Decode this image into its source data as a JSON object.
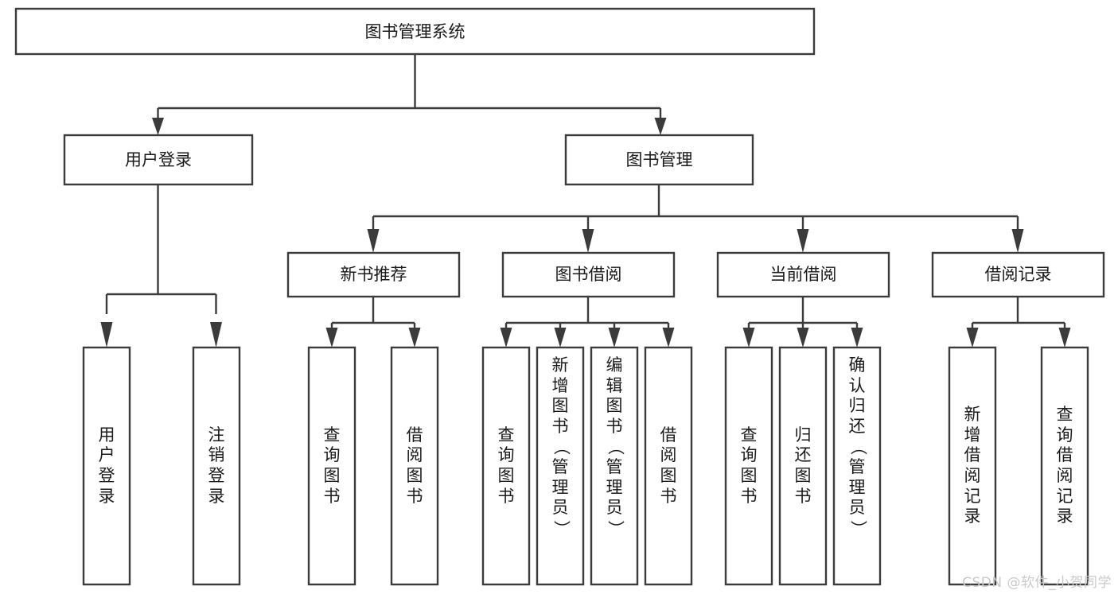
{
  "diagram": {
    "title": "图书管理系统",
    "type": "hierarchy-tree",
    "orientation": "top-down",
    "root": {
      "id": "root",
      "label": "图书管理系统",
      "orientation": "horizontal"
    },
    "level2": [
      {
        "id": "user-login",
        "label": "用户登录",
        "orientation": "horizontal"
      },
      {
        "id": "book-manage",
        "label": "图书管理",
        "orientation": "horizontal"
      }
    ],
    "level3": [
      {
        "id": "new-book-recommend",
        "label": "新书推荐",
        "parent": "book-manage",
        "orientation": "horizontal"
      },
      {
        "id": "book-borrow",
        "label": "图书借阅",
        "parent": "book-manage",
        "orientation": "horizontal"
      },
      {
        "id": "current-borrow",
        "label": "当前借阅",
        "parent": "book-manage",
        "orientation": "horizontal"
      },
      {
        "id": "borrow-record",
        "label": "借阅记录",
        "parent": "book-manage",
        "orientation": "horizontal"
      }
    ],
    "leaves": [
      {
        "id": "leaf-user-login",
        "parent": "user-login",
        "label": "用户登录",
        "orientation": "vertical"
      },
      {
        "id": "leaf-user-logout",
        "parent": "user-login",
        "label": "注销登录",
        "orientation": "vertical"
      },
      {
        "id": "leaf-query-book-1",
        "parent": "new-book-recommend",
        "label": "查询图书",
        "orientation": "vertical"
      },
      {
        "id": "leaf-borrow-book-1",
        "parent": "new-book-recommend",
        "label": "借阅图书",
        "orientation": "vertical"
      },
      {
        "id": "leaf-query-book-2",
        "parent": "book-borrow",
        "label": "查询图书",
        "orientation": "vertical"
      },
      {
        "id": "leaf-add-book",
        "parent": "book-borrow",
        "label": "新增图书（管理员）",
        "orientation": "vertical"
      },
      {
        "id": "leaf-edit-book",
        "parent": "book-borrow",
        "label": "编辑图书（管理员）",
        "orientation": "vertical"
      },
      {
        "id": "leaf-borrow-book-2",
        "parent": "book-borrow",
        "label": "借阅图书",
        "orientation": "vertical"
      },
      {
        "id": "leaf-query-book-3",
        "parent": "current-borrow",
        "label": "查询图书",
        "orientation": "vertical"
      },
      {
        "id": "leaf-return-book",
        "parent": "current-borrow",
        "label": "归还图书",
        "orientation": "vertical"
      },
      {
        "id": "leaf-confirm-return",
        "parent": "current-borrow",
        "label": "确认归还（管理员）",
        "orientation": "vertical"
      },
      {
        "id": "leaf-add-record",
        "parent": "borrow-record",
        "label": "新增借阅记录",
        "orientation": "vertical"
      },
      {
        "id": "leaf-query-record",
        "parent": "borrow-record",
        "label": "查询借阅记录",
        "orientation": "vertical"
      }
    ],
    "colors": {
      "box_fill": "#ffffff",
      "box_stroke": "#3b3b3b",
      "text": "#1a1a1a",
      "background": "#ffffff",
      "watermark": "#c9c9c9"
    }
  },
  "watermark": {
    "text": "CSDN @软件_小贺同学"
  }
}
